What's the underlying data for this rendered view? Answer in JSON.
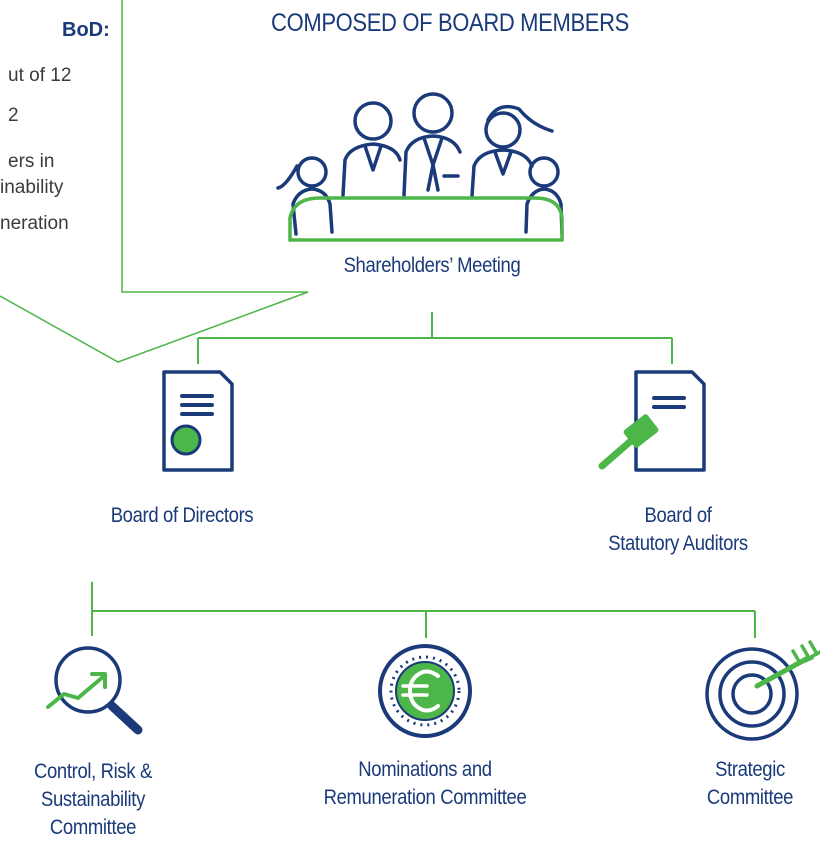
{
  "header": {
    "title": "COMPOSED OF BOARD MEMBERS"
  },
  "callout": {
    "title": "BoD:",
    "lines": [
      "ut of 12",
      "2",
      "ers in",
      "inability",
      "neration"
    ]
  },
  "nodes": {
    "shareholders": "Shareholders’ Meeting",
    "board_directors": "Board of Directors",
    "statutory_auditors": [
      "Board of",
      "Statutory Auditors"
    ],
    "control_risk": [
      "Control, Risk &",
      "Sustainability",
      "Committee"
    ],
    "nominations": [
      "Nominations and",
      "Remuneration Committee"
    ],
    "strategic": [
      "Strategic",
      "Committee"
    ]
  },
  "icons": {
    "shareholders": "people-group-icon",
    "board_directors": "document-seal-icon",
    "statutory_auditors": "document-gavel-icon",
    "control_risk": "magnifier-chart-icon",
    "nominations": "euro-coin-icon",
    "strategic": "target-arrow-icon"
  },
  "colors": {
    "navy": "#1a3a7a",
    "green": "#4cb648",
    "text": "#3b3b3b"
  }
}
